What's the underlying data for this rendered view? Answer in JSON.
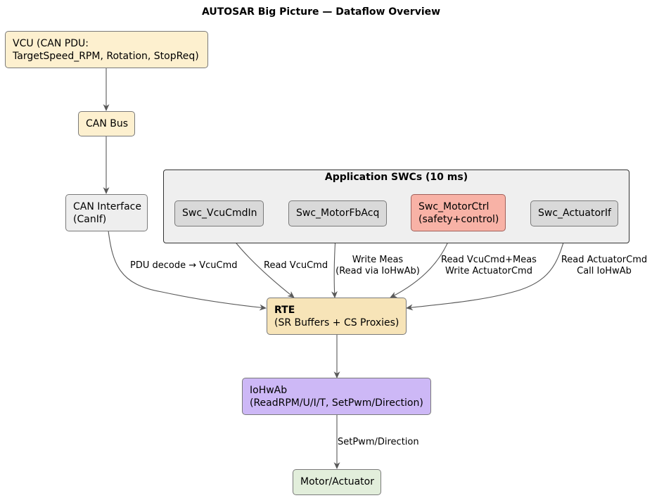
{
  "title": "AUTOSAR Big Picture — Dataflow Overview",
  "colors": {
    "vcu": "#fdf0cf",
    "can_bus": "#fdf0cf",
    "canif": "#eeeeee",
    "swc": "#d9d9d9",
    "swc_motorctrl": "#f8b2a6",
    "rte": "#f7e4b8",
    "iohwab": "#cdb8f6",
    "motor": "#e2eedb",
    "group_bg": "#efefef",
    "edge": "#595959"
  },
  "nodes": {
    "vcu": {
      "line1": "VCU (CAN PDU:",
      "line2": "TargetSpeed_RPM, Rotation, StopReq)"
    },
    "can_bus": {
      "label": "CAN Bus"
    },
    "canif": {
      "line1": "CAN Interface",
      "line2": "(CanIf)"
    },
    "group": {
      "title": "Application SWCs (10 ms)"
    },
    "swc_vcucmdin": {
      "label": "Swc_VcuCmdIn"
    },
    "swc_motorfbacq": {
      "label": "Swc_MotorFbAcq"
    },
    "swc_motorctrl": {
      "line1": "Swc_MotorCtrl",
      "line2": "(safety+control)"
    },
    "swc_actuatorif": {
      "label": "Swc_ActuatorIf"
    },
    "rte": {
      "line1": "RTE",
      "line2": "(SR Buffers + CS Proxies)"
    },
    "iohwab": {
      "line1": "IoHwAb",
      "line2": "(ReadRPM/U/I/T, SetPwm/Direction)"
    },
    "motor": {
      "label": "Motor/Actuator"
    }
  },
  "edges": {
    "canif_rte": "PDU decode → VcuCmd",
    "vcucmdin_rte": "Read VcuCmd",
    "motorfbacq_rte": {
      "line1": "Write Meas",
      "line2": "(Read via IoHwAb)"
    },
    "motorctrl_rte": {
      "line1": "Read VcuCmd+Meas",
      "line2": "Write ActuatorCmd"
    },
    "actuatorif_rte": {
      "line1": "Read ActuatorCmd",
      "line2": "Call IoHwAb"
    },
    "iohwab_motor": "SetPwm/Direction"
  }
}
